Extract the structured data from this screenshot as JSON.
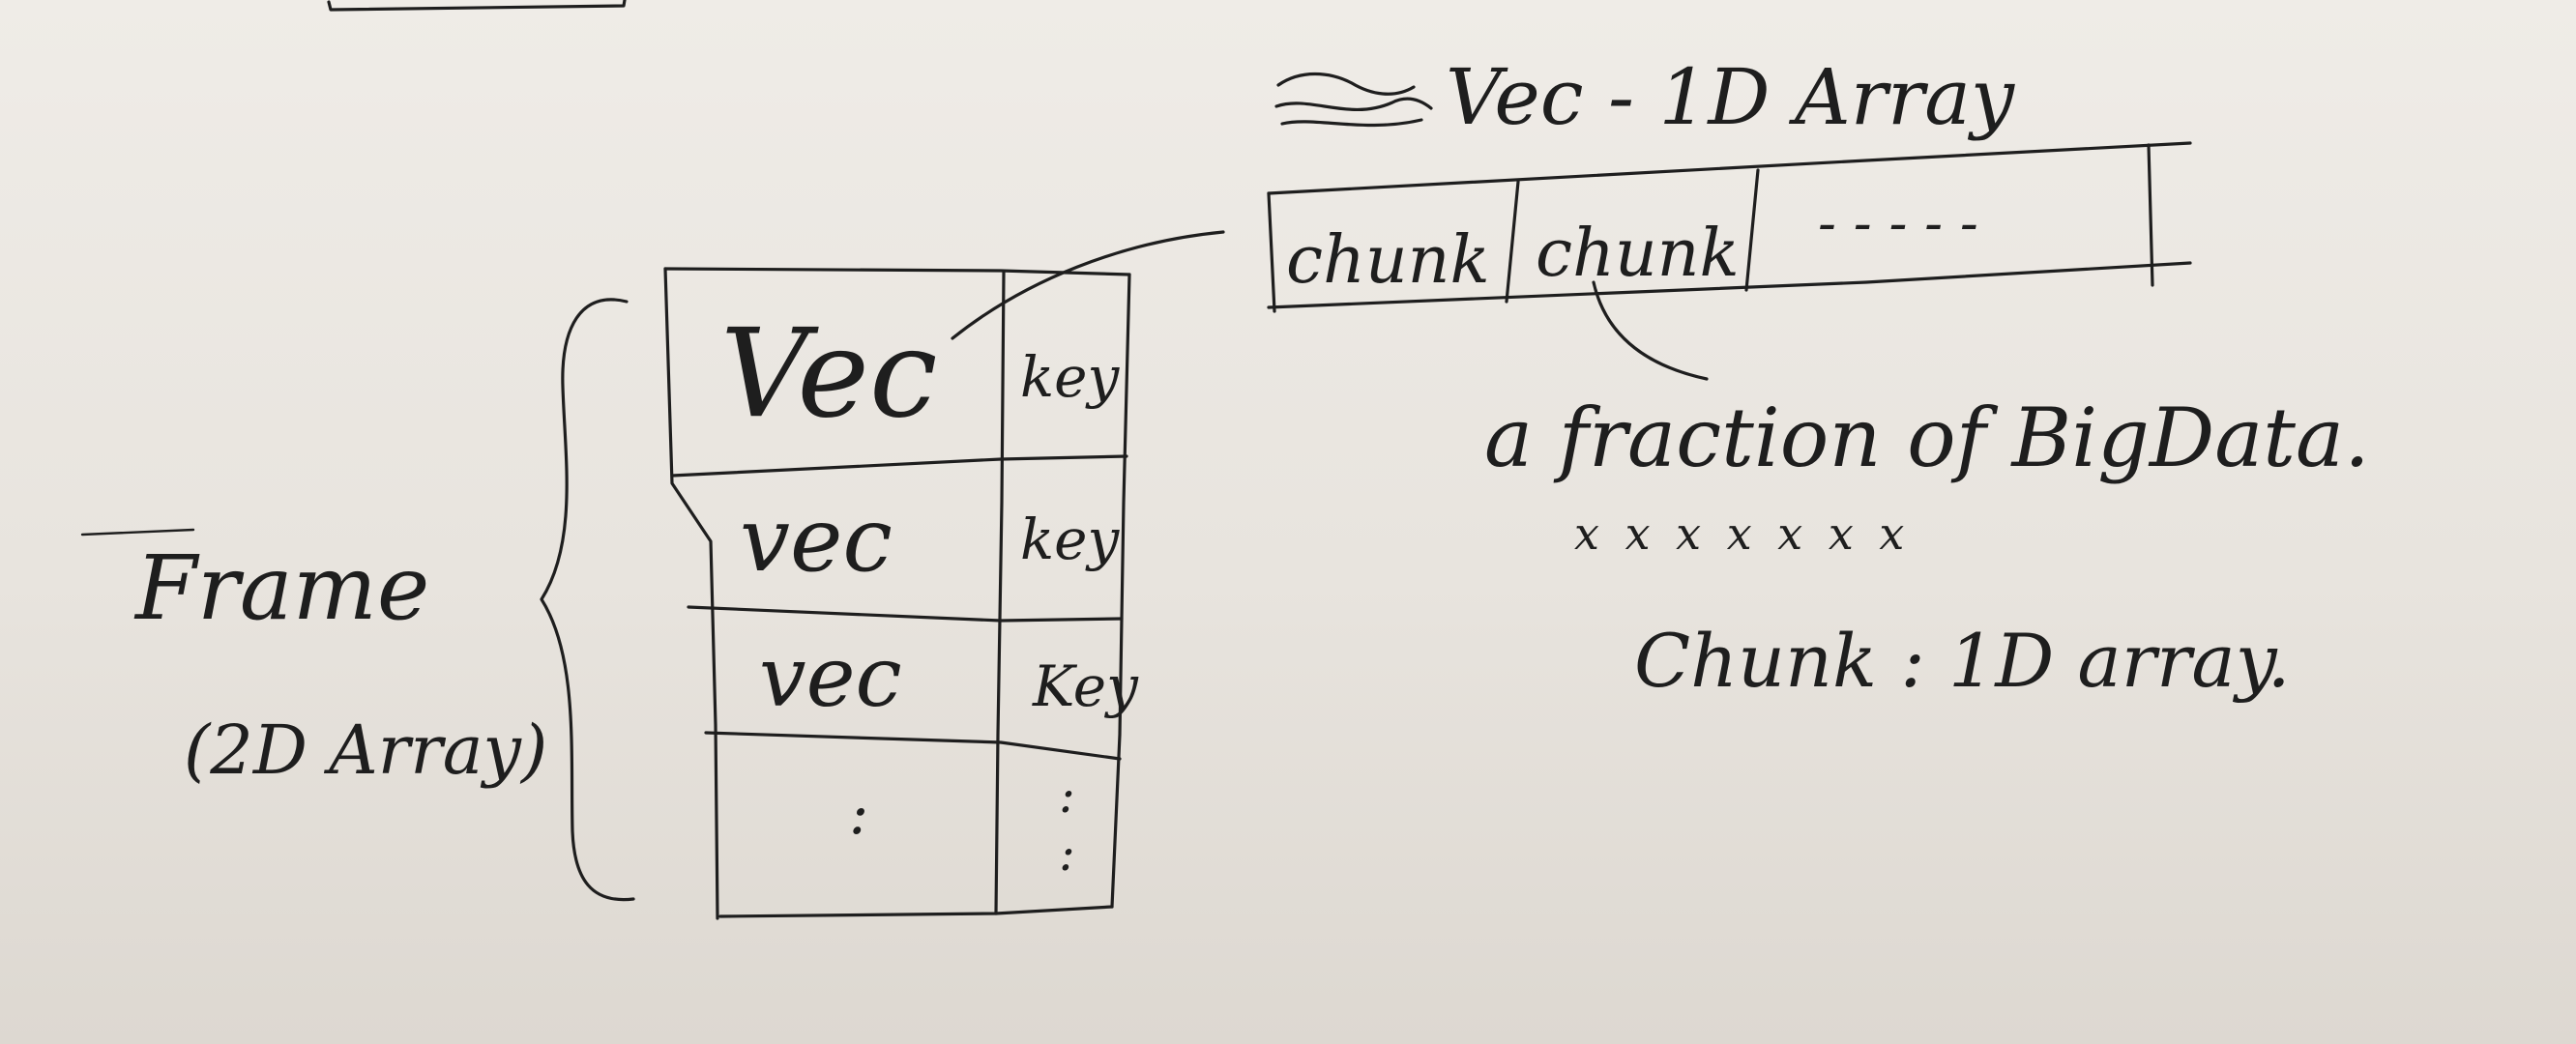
{
  "frame": {
    "label": "Frame",
    "sublabel": "(2D Array)",
    "rows": [
      {
        "vec": "Vec",
        "key": "key"
      },
      {
        "vec": "vec",
        "key": "key"
      },
      {
        "vec": "vec",
        "key": "Key"
      }
    ],
    "ellipsis": ":"
  },
  "vec_array": {
    "title": "Vec - 1D Array",
    "cells": [
      "chunk",
      "chunk",
      "- - - - -"
    ]
  },
  "chunk_note": {
    "line1": "a fraction of BigData.",
    "marks": "x  x x  x  x  x    x",
    "line2": "Chunk : 1D array."
  }
}
